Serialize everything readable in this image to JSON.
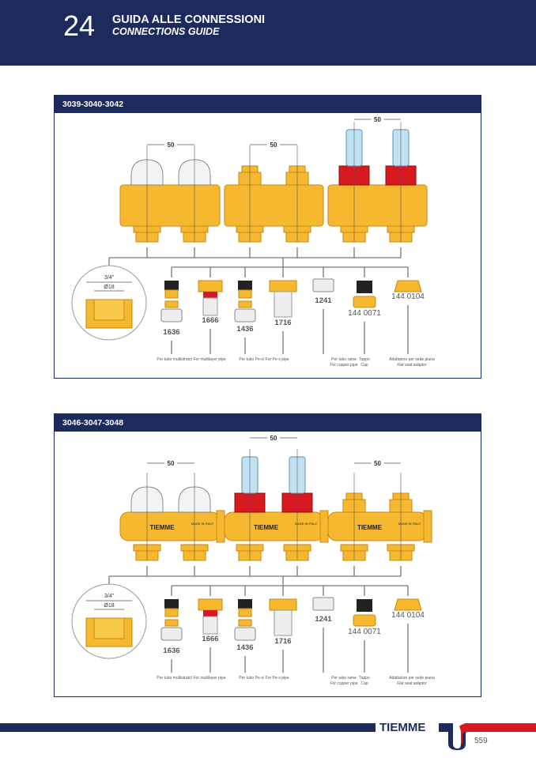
{
  "header": {
    "chapter": "24",
    "title_it": "GUIDA ALLE CONNESSIONI",
    "title_en": "CONNECTIONS GUIDE"
  },
  "panels": [
    {
      "title": "3039-3040-3042",
      "dimension": "50",
      "detail": {
        "thread": "3/4\"",
        "diameter": "Ø18"
      },
      "items": [
        "1636",
        "1666",
        "1436",
        "1716",
        "1241",
        "144 0071",
        "144 0104"
      ],
      "captions": [
        {
          "it": "Per tubo multistrato/ For multilayer pipe"
        },
        {
          "it": "Per tubo Pe-x/ For Pe-x pipe"
        },
        {
          "it": "Per tubo rame",
          "en": "For copper pipe"
        },
        {
          "it": "Tappo",
          "en": "Cap"
        },
        {
          "it": "Adattatore per sede piana",
          "en": "Flat seat adaptor"
        }
      ]
    },
    {
      "title": "3046-3047-3048",
      "dimension": "50",
      "detail": {
        "thread": "3/4\"",
        "diameter": "Ø18"
      },
      "body_brand": "TIEMME",
      "body_mark": "MADE IN ITALY",
      "items": [
        "1636",
        "1666",
        "1436",
        "1716",
        "1241",
        "144 0071",
        "144 0104"
      ],
      "captions": [
        {
          "it": "Per tubo multistrato/ For multilayer pipe"
        },
        {
          "it": "Per tubo Pe-x/ For Pe-x pipe"
        },
        {
          "it": "Per tubo rame",
          "en": "For copper pipe"
        },
        {
          "it": "Tappo",
          "en": "Cap"
        },
        {
          "it": "Adattatore per sede piana",
          "en": "Flat seat adaptor"
        }
      ]
    }
  ],
  "footer": {
    "brand": "TIEMME",
    "page": "559"
  },
  "colors": {
    "navy": "#1c2a5e",
    "brass": "#f5b82e",
    "red": "#d71920"
  }
}
